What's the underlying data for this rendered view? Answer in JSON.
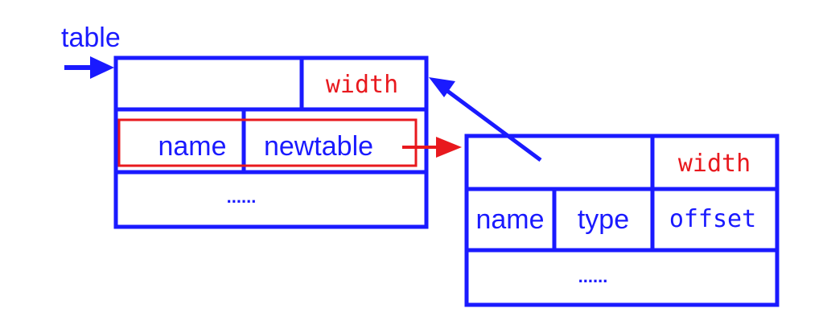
{
  "colors": {
    "frame": "#1a1aff",
    "highlight": "#e8191e",
    "text_blue": "#1a1aff",
    "text_red": "#e8191e",
    "background": "#ffffff"
  },
  "pointer_label": "table",
  "table": {
    "width_label": "width",
    "entry_name": "name",
    "entry_value": "newtable",
    "more": "......"
  },
  "nested_table": {
    "width_label": "width",
    "col_name": "name",
    "col_type": "type",
    "col_offset": "offset",
    "more": "......"
  }
}
